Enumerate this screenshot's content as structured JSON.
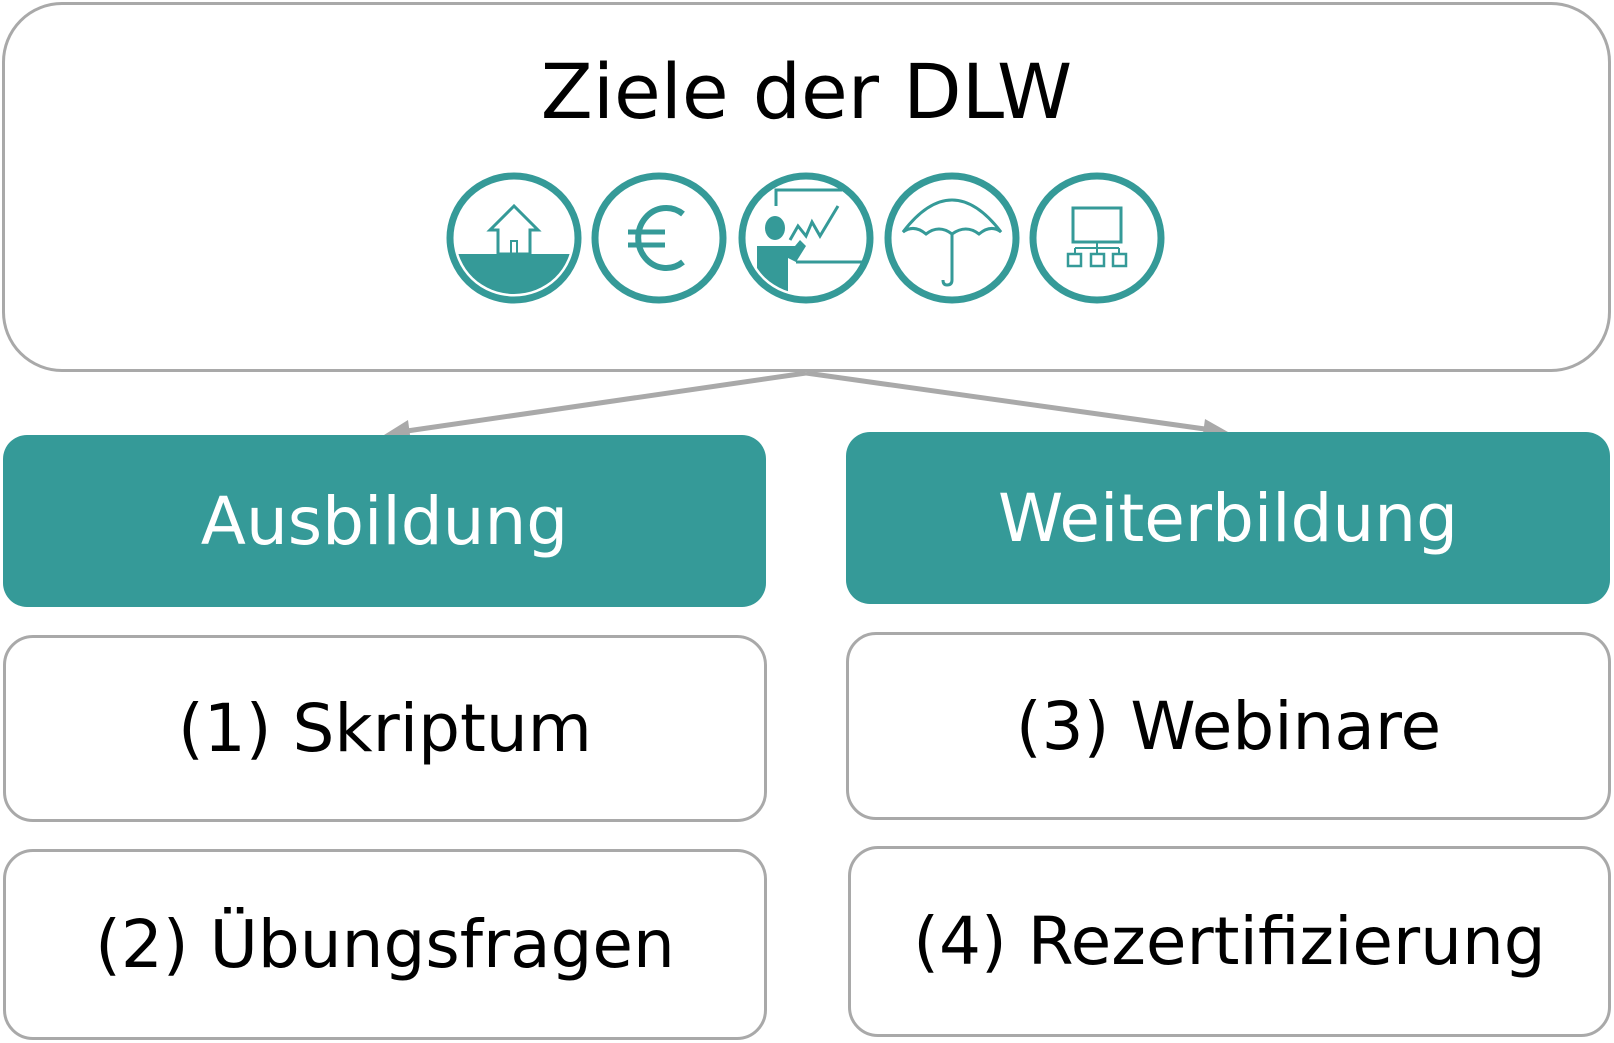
{
  "title": "Ziele der DLW",
  "icons": [
    "house-icon",
    "euro-icon",
    "presentation-icon",
    "umbrella-icon",
    "org-chart-icon"
  ],
  "colors": {
    "accent": "#359a98",
    "border": "#a9a9a9"
  },
  "columns": [
    {
      "header": "Ausbildung",
      "items": [
        "(1) Skriptum",
        "(2) Übungsfragen"
      ]
    },
    {
      "header": "Weiterbildung",
      "items": [
        "(3) Webinare",
        "(4) Rezertifizierung"
      ]
    }
  ]
}
